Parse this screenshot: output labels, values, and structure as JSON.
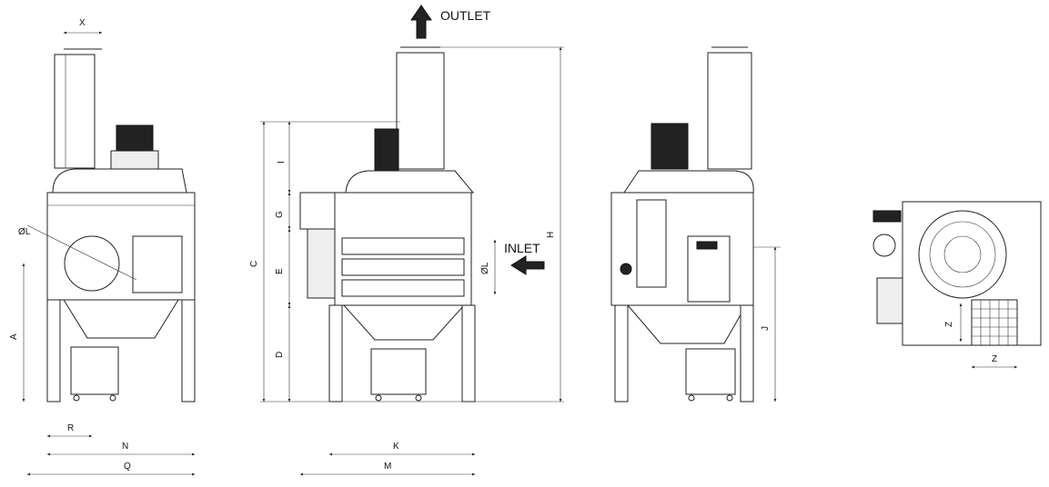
{
  "labels": {
    "outlet": "OUTLET",
    "inlet": "INLET"
  },
  "dimensions": {
    "x": "X",
    "oL_left": "ØL",
    "a": "A",
    "r": "R",
    "n": "N",
    "q": "Q",
    "i": "I",
    "g": "G",
    "e": "E",
    "c": "C",
    "d": "D",
    "h": "H",
    "oL_mid": "ØL",
    "k": "K",
    "m": "M",
    "j": "J",
    "z_vert": "Z",
    "z_horiz": "Z"
  },
  "colors": {
    "line": "#222222",
    "background": "#ffffff"
  }
}
